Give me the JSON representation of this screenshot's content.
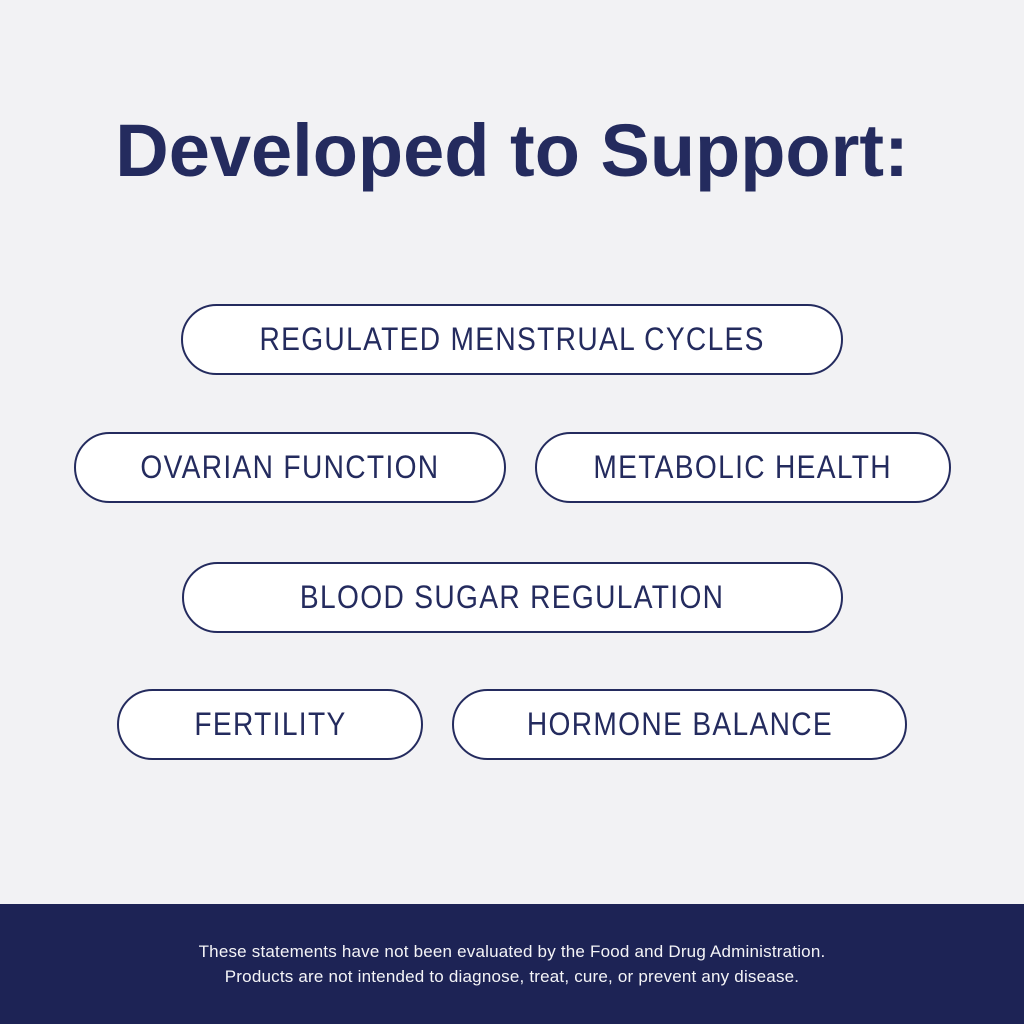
{
  "colors": {
    "background": "#f2f2f4",
    "navy": "#242b5e",
    "footer-bg": "#1d2355",
    "footer-text": "#f4f4f7",
    "pill-bg": "#ffffff"
  },
  "heading": "Developed to Support:",
  "pills": [
    {
      "label": "REGULATED MENSTRUAL CYCLES"
    },
    {
      "label": "OVARIAN FUNCTION"
    },
    {
      "label": "METABOLIC HEALTH"
    },
    {
      "label": "BLOOD SUGAR REGULATION"
    },
    {
      "label": "FERTILITY"
    },
    {
      "label": "HORMONE BALANCE"
    }
  ],
  "footer": {
    "line1": "These statements have not been evaluated by the Food and Drug Administration.",
    "line2": "Products are not intended to diagnose, treat, cure, or prevent any disease."
  }
}
